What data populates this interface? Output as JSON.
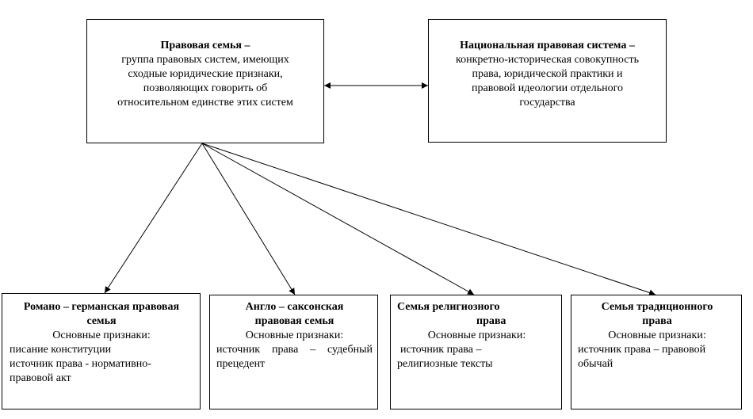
{
  "top": {
    "family": {
      "title": "Правовая семья –",
      "lines": [
        "группа правовых систем, имеющих",
        "сходные юридические признаки,",
        "позволяющих говорить об",
        "относительном единстве этих систем"
      ]
    },
    "national": {
      "title": "Национальная правовая система –",
      "lines": [
        "конкретно-историческая совокупность",
        "права, юридической практики и",
        "правовой идеологии отдельного",
        "государства"
      ]
    }
  },
  "families": [
    {
      "title_lines": [
        "Романо – германская правовая",
        "семья"
      ],
      "subtitle": "Основные признаки:",
      "lines": [
        "писание конституции",
        "источник права - нормативно-",
        "правовой акт"
      ]
    },
    {
      "title_lines": [
        "Англо – саксонская",
        "правовая семья"
      ],
      "subtitle": "Основные признаки:",
      "lines": [
        "источник права – судебный",
        "прецедент"
      ]
    },
    {
      "title_lines": [
        "Семья религиозного",
        "права"
      ],
      "subtitle": "Основные признаки:",
      "lines": [
        "источник права –",
        "религиозные тексты"
      ]
    },
    {
      "title_lines": [
        "Семья традиционного",
        "права"
      ],
      "subtitle": "Основные признаки:",
      "lines": [
        "источник права – правовой",
        "обычай"
      ]
    }
  ]
}
